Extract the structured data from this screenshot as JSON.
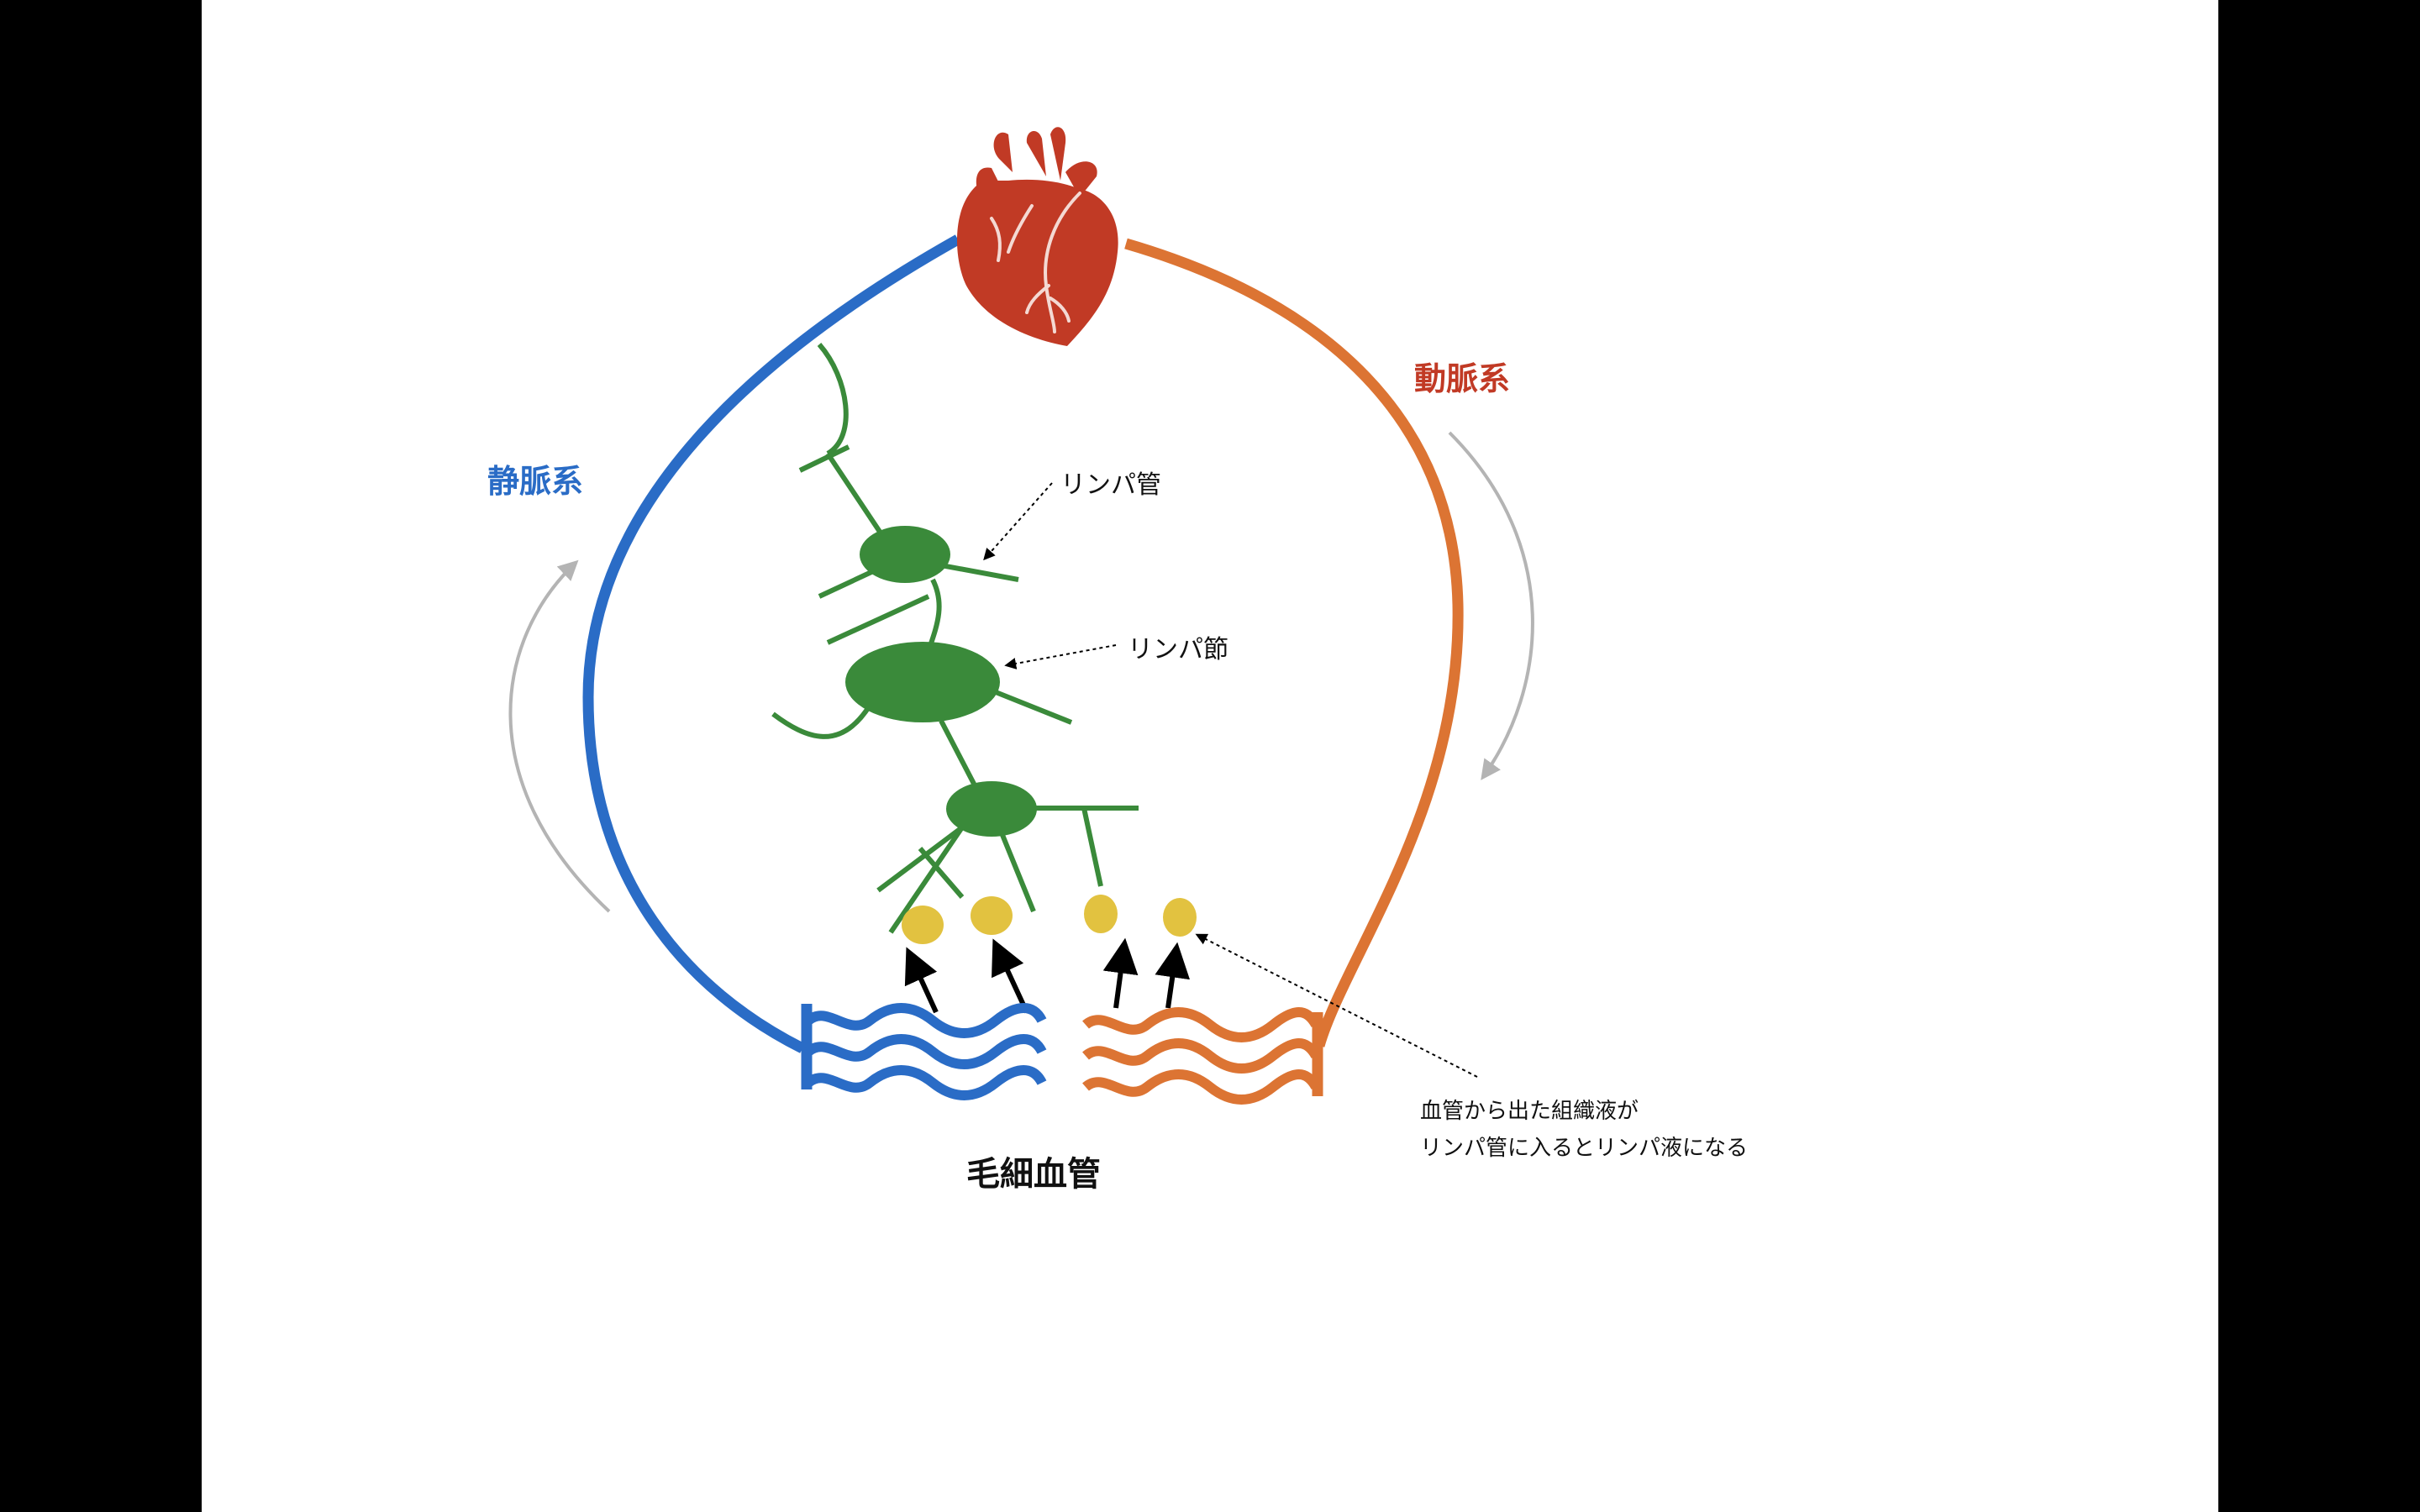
{
  "labels": {
    "venous": "静脈系",
    "arterial": "動脈系",
    "lymph_vessel": "リンパ管",
    "lymph_node": "リンパ節",
    "capillary": "毛細血管",
    "note_line1": "血管から出た組織液が",
    "note_line2": "リンパ管に入るとリンパ液になる"
  },
  "colors": {
    "venous": "#2a6cc6",
    "arterial": "#dc7433",
    "lymph": "#3a8a3a",
    "heart": "#c13a25",
    "fluid": "#e2c240",
    "arrow_gray": "#b4b4b4"
  },
  "icons": {
    "heart": "anatomical-heart-icon"
  }
}
